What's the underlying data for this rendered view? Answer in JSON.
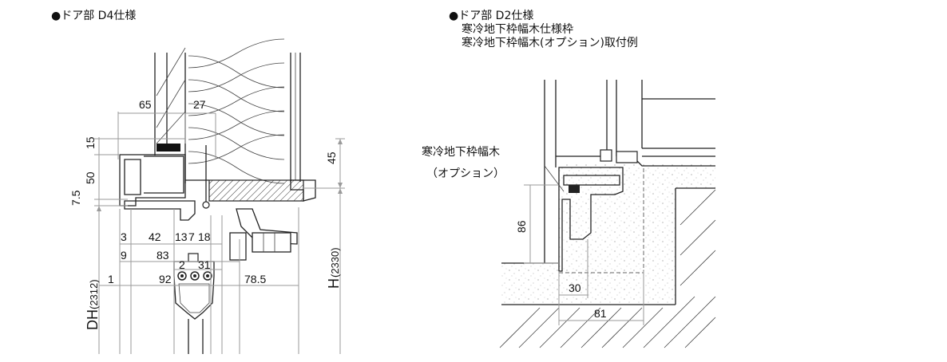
{
  "left_panel": {
    "title": "●ドア部 D4仕様",
    "dims_top": {
      "d65": "65",
      "d27": "27"
    },
    "dims_left": {
      "d15": "15",
      "d50": "50",
      "d7_5": "7.5"
    },
    "dim_right_45": "45",
    "dims_row1": {
      "d3": "3",
      "d42": "42",
      "d13": "13",
      "d7": "7",
      "d18": "18"
    },
    "dims_row2": {
      "d9": "9",
      "d83": "83"
    },
    "dims_row3": {
      "d2": "2",
      "d31": "31"
    },
    "dims_row4": {
      "d1": "1",
      "d92": "92",
      "d78_5": "78.5"
    },
    "label_dh": "DH",
    "label_dh_value": "(2312)",
    "label_h": "H",
    "label_h_value": "(2330)"
  },
  "right_panel": {
    "title_line1": "●ドア部 D2仕様",
    "title_line2": "寒冷地下枠幅木仕様枠",
    "title_line3": "寒冷地下枠幅木(オプション)取付例",
    "callout_line1": "寒冷地下枠幅木",
    "callout_line2": "（オプション）",
    "dim_86": "86",
    "dim_30": "30",
    "dim_81": "81"
  }
}
